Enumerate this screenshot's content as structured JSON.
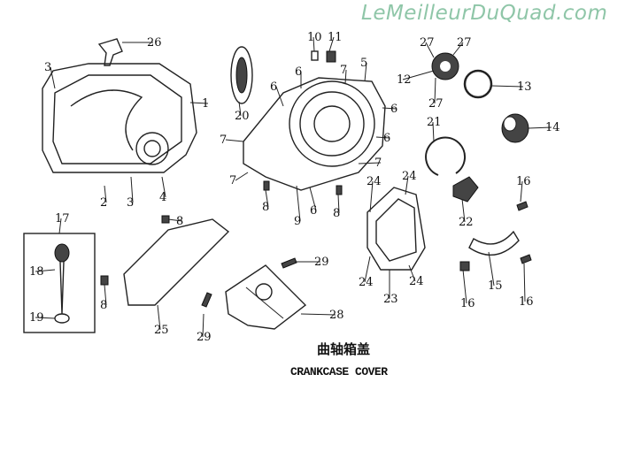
{
  "watermark": "LeMeilleurDuQuad.com",
  "caption": {
    "chinese": "曲轴箱盖",
    "english": "CRANKCASE COVER"
  },
  "callouts": [
    "26",
    "3",
    "1",
    "2",
    "3",
    "4",
    "20",
    "10",
    "11",
    "5",
    "6",
    "6",
    "7",
    "6",
    "6",
    "7",
    "7",
    "7",
    "8",
    "9",
    "6",
    "8",
    "21",
    "12",
    "27",
    "27",
    "27",
    "13",
    "14",
    "24",
    "24",
    "22",
    "16",
    "16",
    "15",
    "16",
    "24",
    "23",
    "24",
    "17",
    "18",
    "19",
    "8",
    "8",
    "25",
    "29",
    "28",
    "29"
  ]
}
